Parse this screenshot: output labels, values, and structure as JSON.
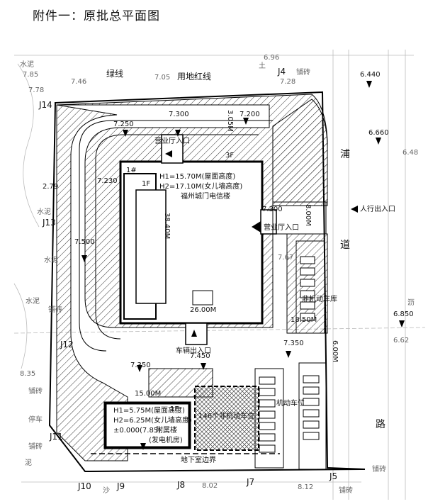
{
  "caption": "附件一：原批总平面图",
  "labels": {
    "green_line": "绿线",
    "red_line": "用地红线",
    "road_name_1": "浦",
    "road_name_2": "道",
    "road_name_3": "路",
    "main_building_name": "福州城门电信楼",
    "main_h1": "H1=15.70M(屋面高度)",
    "main_h2": "H2=17.10M(女儿墙高度)",
    "floors_3f": "3F",
    "floors_1f_a": "1F",
    "floors_1f_b": "1F",
    "entrance_business_top": "营业厅入口",
    "entrance_business_right": "营业厅入口",
    "vehicle_exit": "车辆出入口",
    "pedestrian_entrance": "人行出入口",
    "nonmotor_parking": "非机动车库",
    "nonmotor_parking_count": "146个非机动车位",
    "motor_parking": "机动车位",
    "aux_building_name": "附属楼",
    "aux_building_sub": "(发电机房)",
    "aux_h1": "H1=5.75M(屋面高度)",
    "aux_h2": "H2=6.25M(女儿墙高度)",
    "aux_level": "±0.000(7.85)",
    "floors_aux": "1F",
    "underground_boundary": "地下室边界",
    "dim_38": "38.40M",
    "dim_26": "26.00M",
    "dim_18": "18.50M",
    "dim_15": "15.00M",
    "dim_6": "6.00M",
    "dim_8": "8.00M",
    "dim_3": "3.05M",
    "marker_1": "1#",
    "text_cement_1": "水泥",
    "text_cement_2": "水泥",
    "text_cement_3": "水泥",
    "text_cement_4": "水泥",
    "text_cement_5": "泥",
    "text_brick_1": "铺砖",
    "text_brick_2": "铺砖",
    "text_brick_3": "铺砖",
    "text_brick_4": "铺砖",
    "text_brick_5": "铺砖",
    "text_brick_6": "铺砖",
    "text_stop": "停车",
    "text_sand": "沙",
    "text_tu": "土",
    "text_yu": "沥"
  },
  "elevations": {
    "e1": "7.250",
    "e2": "7.300",
    "e3": "7.200",
    "e4": "7.230",
    "e5": "7.500",
    "e6": "7.300",
    "e7": "7.450",
    "e8": "7.350",
    "e9": "7.350",
    "e10": "6.440",
    "e11": "6.660",
    "e12": "6.850",
    "e13": "7.05",
    "e14": "6.96",
    "e15": "7.85",
    "e16": "7.78",
    "e17": "7.46",
    "e18": "8.35",
    "e19": "7.28",
    "e20": "2.79",
    "e21": "7.67",
    "e22": "6.62",
    "e23": "6.48",
    "e24": "8.02",
    "e25": "8.12"
  },
  "points": {
    "j4": "J4",
    "j5": "J5",
    "j7": "J7",
    "j8": "J8",
    "j9": "J9",
    "j10": "J10",
    "j11": "J11",
    "j12": "J12",
    "j13": "J13",
    "j14": "J14"
  }
}
